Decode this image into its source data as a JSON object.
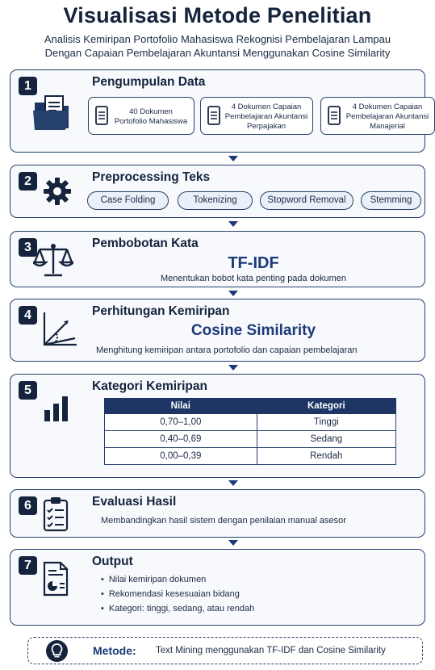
{
  "title": "Visualisasi Metode Penelitian",
  "subtitle_line1": "Analisis Kemiripan Portofolio Mahasiswa Rekognisi Pembelajaran Lampau",
  "subtitle_line2": "Dengan Capaian Pembelajaran Akuntansi Menggunakan Cosine Similarity",
  "steps": {
    "s1": {
      "number": "1",
      "title": "Pengumpulan Data",
      "icon": "folder-icon",
      "docs": [
        "40 Dokumen\nPortofolio Mahasiswa",
        "4 Dokumen Capaian\nPembelajaran Akuntansi\nPerpajakan",
        "4 Dokumen Capaian\nPembelajaran Akuntansi\nManajerial"
      ]
    },
    "s2": {
      "number": "2",
      "title": "Preprocessing Teks",
      "icon": "gear-icon",
      "pills": [
        "Case Folding",
        "Tokenizing",
        "Stopword Removal",
        "Stemming"
      ]
    },
    "s3": {
      "number": "3",
      "title": "Pembobotan Kata",
      "icon": "scale-icon",
      "highlight": "TF-IDF",
      "description": "Menentukan bobot kata penting pada dokumen"
    },
    "s4": {
      "number": "4",
      "title": "Perhitungan Kemiripan",
      "icon": "angle-graph-icon",
      "highlight": "Cosine Similarity",
      "description": "Menghitung kemiripan antara portofolio dan capaian pembelajaran"
    },
    "s5": {
      "number": "5",
      "title": "Kategori Kemiripan",
      "icon": "bar-chart-icon",
      "table": {
        "headers": [
          "Nilai",
          "Kategori"
        ],
        "rows": [
          [
            "0,70–1,00",
            "Tinggi"
          ],
          [
            "0,40–0,69",
            "Sedang"
          ],
          [
            "0,00–0,39",
            "Rendah"
          ]
        ]
      }
    },
    "s6": {
      "number": "6",
      "title": "Evaluasi Hasil",
      "icon": "clipboard-checklist-icon",
      "description": "Membandingkan hasil sistem dengan penilaian manual asesor"
    },
    "s7": {
      "number": "7",
      "title": "Output",
      "icon": "report-icon",
      "bullets": [
        "Nilai kemiripan dokumen",
        "Rekomendasi kesesuaian bidang",
        "Kategori: tinggi, sedang, atau rendah"
      ]
    }
  },
  "method": {
    "label": "Metode:",
    "text": "Text Mining menggunakan TF-IDF dan Cosine Similarity",
    "icon": "lightbulb-icon"
  },
  "colors": {
    "navy": "#15233d",
    "accent_blue": "#1c3a7a",
    "border": "#26416b",
    "card_bg": "#f7f9fc",
    "pill_bg": "#e9f0fa",
    "table_header": "#1e3566"
  }
}
